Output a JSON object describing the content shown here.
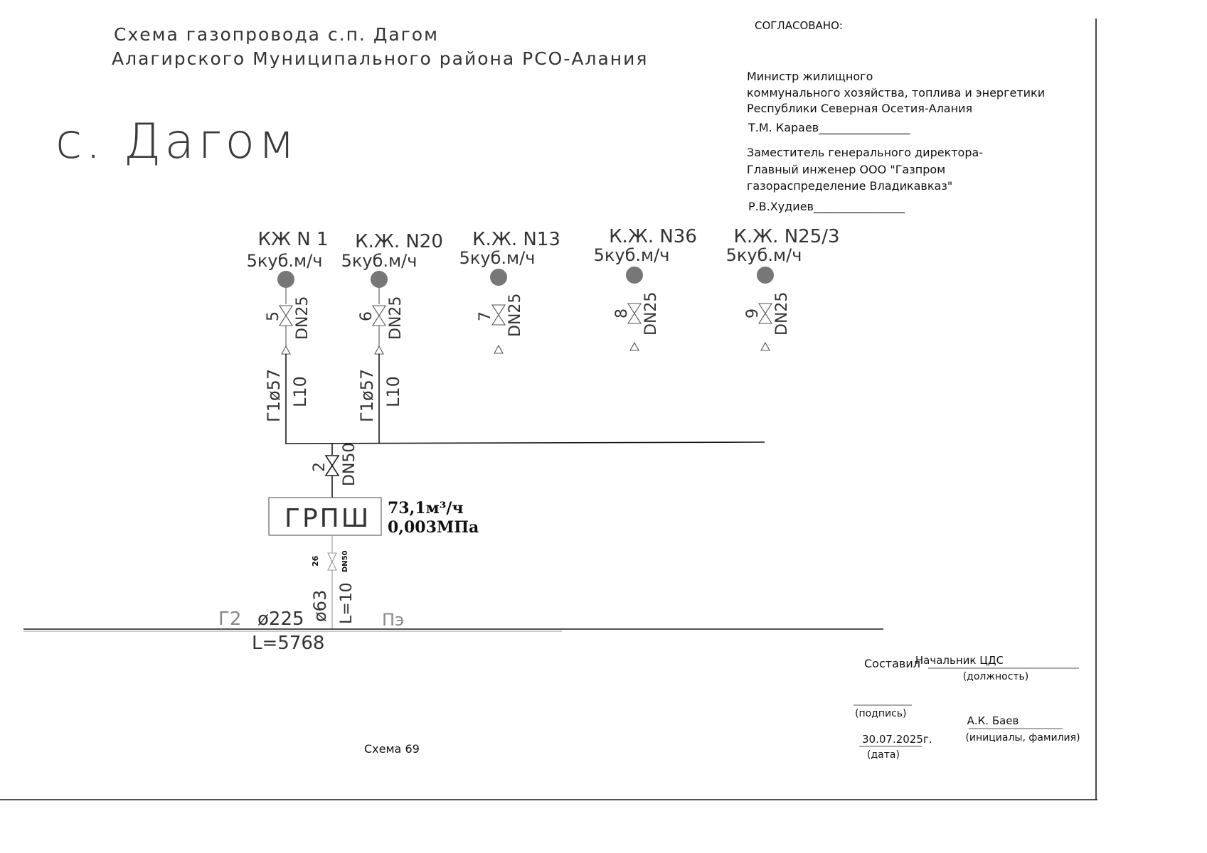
{
  "title": {
    "line1": "Схема газопровода с.п. Дагом",
    "line2": "Алагирского  Муниципального района РСО-Алания"
  },
  "village": "с. Дагом",
  "approval": {
    "heading": "СОГЛАСОВАНО:",
    "minister_line1": "Министр жилищного",
    "minister_line2": "коммунального  хозяйства, топлива и энергетики",
    "minister_line3": "Республики Северная Осетия-Алания",
    "minister_sign": "Т.М. Караев________________",
    "deputy_line1": "Заместитель генерального директора-",
    "deputy_line2": "Главный инженер  ООО \"Газпром",
    "deputy_line3": "газораспределение Владикавказ\"",
    "deputy_sign": "Р.В.Худиев________________"
  },
  "consumers": [
    {
      "name": "КЖ N 1",
      "flow": "5куб.м/ч",
      "valve_no": "5",
      "dn": "DN25",
      "pipe": "Г1ø57",
      "length": "L10"
    },
    {
      "name": "К.Ж. N20",
      "flow": "5куб.м/ч",
      "valve_no": "6",
      "dn": "DN25",
      "pipe": "Г1ø57",
      "length": "L10"
    },
    {
      "name": "К.Ж. N13",
      "flow": "5куб.м/ч",
      "valve_no": "7",
      "dn": "DN25"
    },
    {
      "name": "К.Ж. N36",
      "flow": "5куб.м/ч",
      "valve_no": "8",
      "dn": "DN25"
    },
    {
      "name": "К.Ж. N25/3",
      "flow": "5куб.м/ч",
      "valve_no": "9",
      "dn": "DN25"
    }
  ],
  "main_valve": {
    "no": "2",
    "dn": "DN50"
  },
  "station": {
    "name": "ГРПШ",
    "flow": "73,1м³/ч",
    "pressure": "0,003МПа"
  },
  "inlet_valve": {
    "no": "26",
    "dn": "DN50"
  },
  "inlet_pipe": {
    "diameter": "ø63",
    "length": "L=10"
  },
  "main_pipe": {
    "left_label": "Г2",
    "diameter": "ø225",
    "right_label": "Пэ",
    "length": "L=5768"
  },
  "scheme_no": "Схема 69",
  "compiled": {
    "label": "Составил",
    "position": "Начальник ЦДС",
    "position_caption": "(должность)",
    "signature_caption": "(подпись)",
    "name": "А.К. Баев",
    "name_caption": "(инициалы, фамилия)",
    "date": "30.07.2025г.",
    "date_caption": "(дата)"
  }
}
